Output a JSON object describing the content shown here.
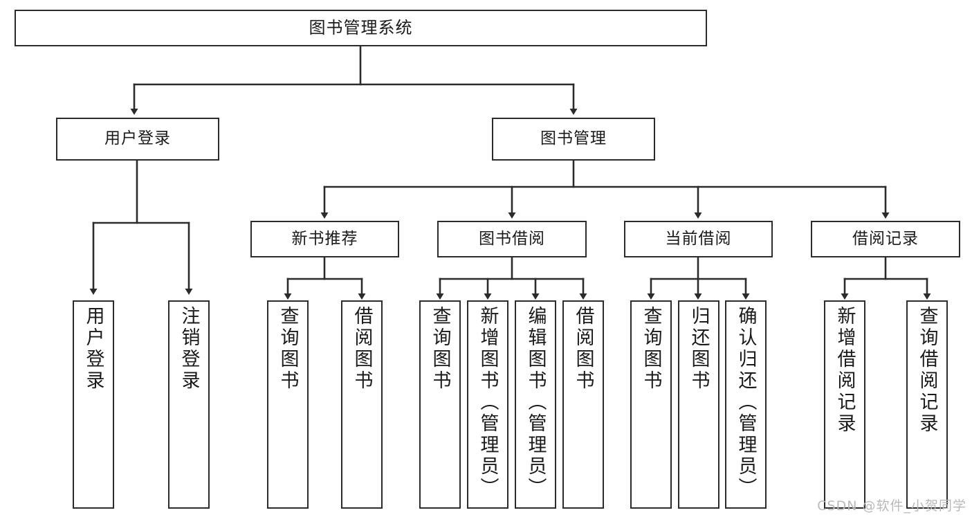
{
  "diagram": {
    "title": "图书管理系统",
    "type": "tree-hierarchy-chart",
    "stroke_color": "#2b2b2b",
    "fill_color": "#ffffff",
    "text_color": "#1a1a1a"
  },
  "nodes": {
    "root": {
      "label": "图书管理系统"
    },
    "level1": [
      {
        "id": "user-login",
        "label": "用户登录"
      },
      {
        "id": "book-manage",
        "label": "图书管理"
      }
    ],
    "level2": [
      {
        "id": "new-book-recommend",
        "label": "新书推荐"
      },
      {
        "id": "book-borrow",
        "label": "图书借阅"
      },
      {
        "id": "current-borrow",
        "label": "当前借阅"
      },
      {
        "id": "borrow-record",
        "label": "借阅记录"
      }
    ],
    "leaves": {
      "user_login": [
        {
          "id": "leaf-user-login",
          "label": "用户登录"
        },
        {
          "id": "leaf-logout-login",
          "label": "注销登录"
        }
      ],
      "new_book_recommend": [
        {
          "id": "leaf-query-book-1",
          "label": "查询图书"
        },
        {
          "id": "leaf-borrow-book-1",
          "label": "借阅图书"
        }
      ],
      "book_borrow": [
        {
          "id": "leaf-query-book-2",
          "label": "查询图书"
        },
        {
          "id": "leaf-add-book",
          "label": "新增图书（管理员）"
        },
        {
          "id": "leaf-edit-book",
          "label": "编辑图书（管理员）"
        },
        {
          "id": "leaf-borrow-book-2",
          "label": "借阅图书"
        }
      ],
      "current_borrow": [
        {
          "id": "leaf-query-book-3",
          "label": "查询图书"
        },
        {
          "id": "leaf-return-book",
          "label": "归还图书"
        },
        {
          "id": "leaf-confirm-return",
          "label": "确认归还（管理员）"
        }
      ],
      "borrow_record": [
        {
          "id": "leaf-add-record",
          "label": "新增借阅记录"
        },
        {
          "id": "leaf-query-record",
          "label": "查询借阅记录"
        }
      ]
    }
  },
  "watermark": {
    "text": "CSDN @软件_小贺同学"
  }
}
